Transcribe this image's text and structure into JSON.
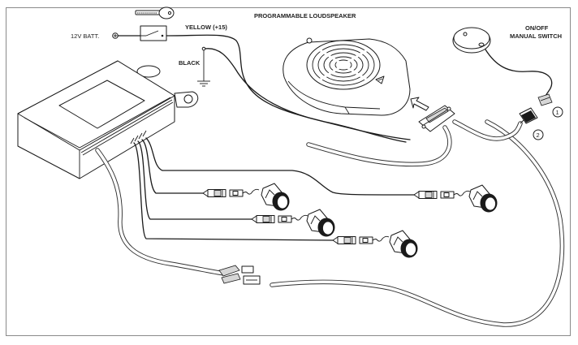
{
  "diagram": {
    "type": "wiring-diagram",
    "labels": {
      "speaker": "PROGRAMMABLE LOUDSPEAKER",
      "switch_line1": "ON/OFF",
      "switch_line2": "MANUAL SWITCH",
      "yellow_wire": "YELLOW (+15)",
      "black_wire": "BLACK",
      "battery": "12V  BATT."
    },
    "connector_markers": [
      {
        "number": "1"
      },
      {
        "number": "2"
      }
    ],
    "components": [
      "ignition-key",
      "ignition-switch",
      "battery-terminal",
      "ground",
      "control-unit",
      "programmable-loudspeaker",
      "loudspeaker-connector",
      "on-off-manual-switch",
      "switch-connector-1",
      "switch-connector-2",
      "parking-sensor-1",
      "parking-sensor-2",
      "parking-sensor-3",
      "parking-sensor-4",
      "rear-harness-connector"
    ],
    "sensor_count": 4
  }
}
